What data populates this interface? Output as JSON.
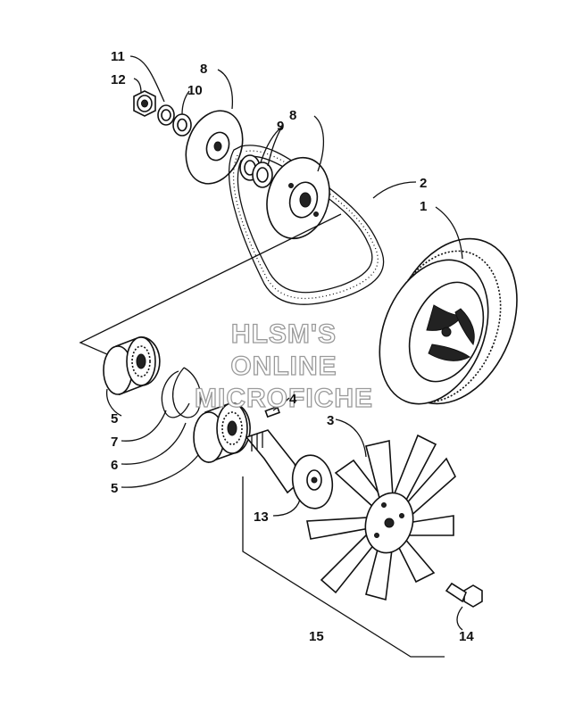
{
  "callouts": {
    "c1": "1",
    "c2": "2",
    "c3": "3",
    "c4": "4",
    "c5a": "5",
    "c5b": "5",
    "c6": "6",
    "c7": "7",
    "c8a": "8",
    "c8b": "8",
    "c9": "9",
    "c10": "10",
    "c11": "11",
    "c12": "12",
    "c13": "13",
    "c14": "14",
    "c15": "15"
  },
  "watermark": {
    "line1": "HLSM'S",
    "line2": "ONLINE",
    "line3": "MICROFICHE"
  },
  "colors": {
    "ink": "#111111",
    "watermark_outline": "#9a9a9a"
  }
}
